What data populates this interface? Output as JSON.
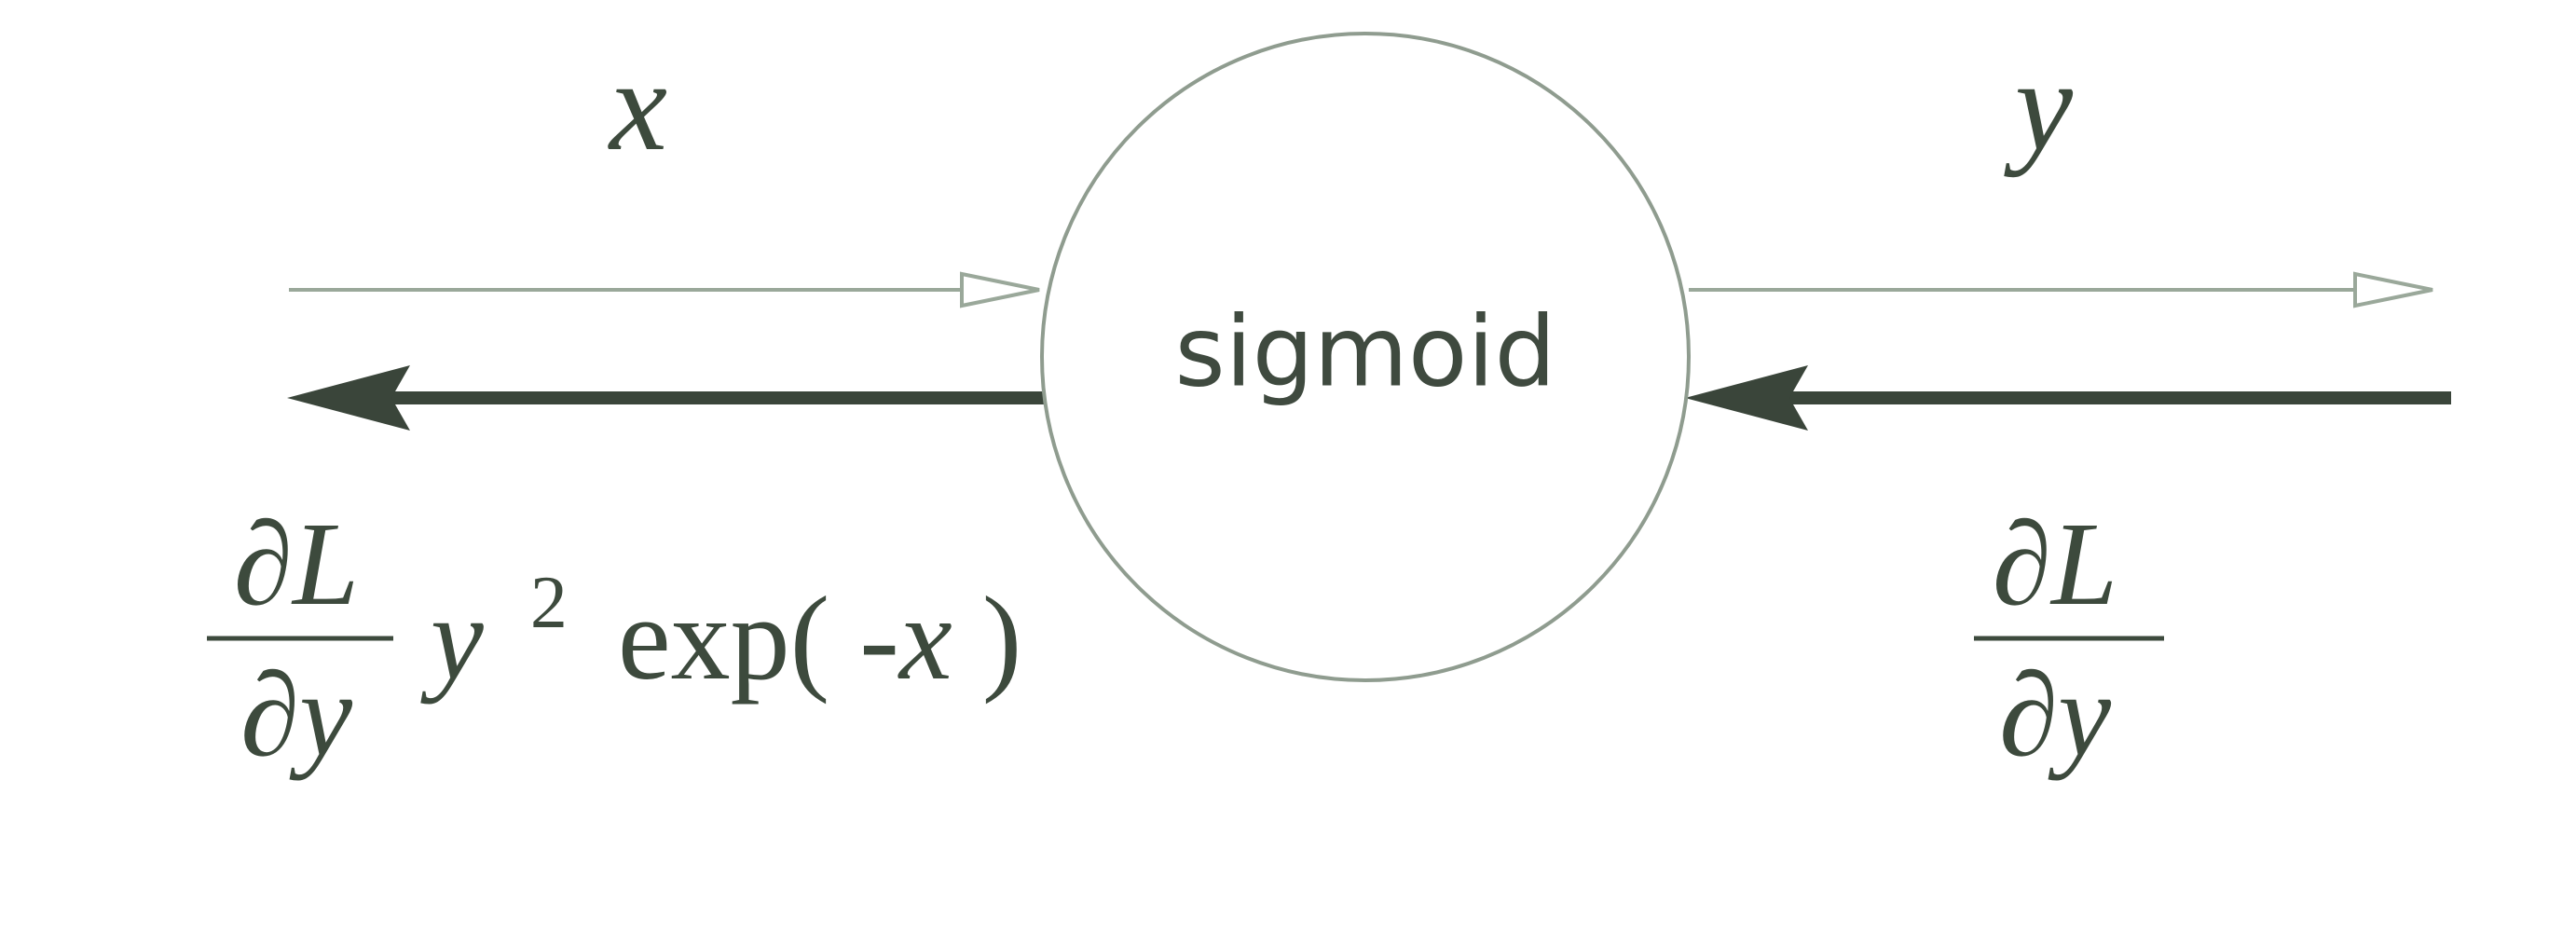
{
  "diagram": {
    "node": {
      "label": "sigmoid"
    },
    "forward": {
      "input_label": "x",
      "output_label": "y"
    },
    "backward": {
      "upstream_grad": {
        "numerator": "∂L",
        "denominator": "∂y"
      },
      "downstream_grad": {
        "numerator": "∂L",
        "denominator": "∂y",
        "factor_base": "y",
        "factor_exponent": "2",
        "factor_func": "exp(",
        "factor_arg": "-x",
        "factor_close": ")"
      }
    },
    "colors": {
      "background": "#ffffff",
      "forward_arrow": "#9aa89a",
      "backward_arrow": "#3a453a",
      "node_outline": "#8f9c8f",
      "text": "#3d4a3d"
    }
  }
}
